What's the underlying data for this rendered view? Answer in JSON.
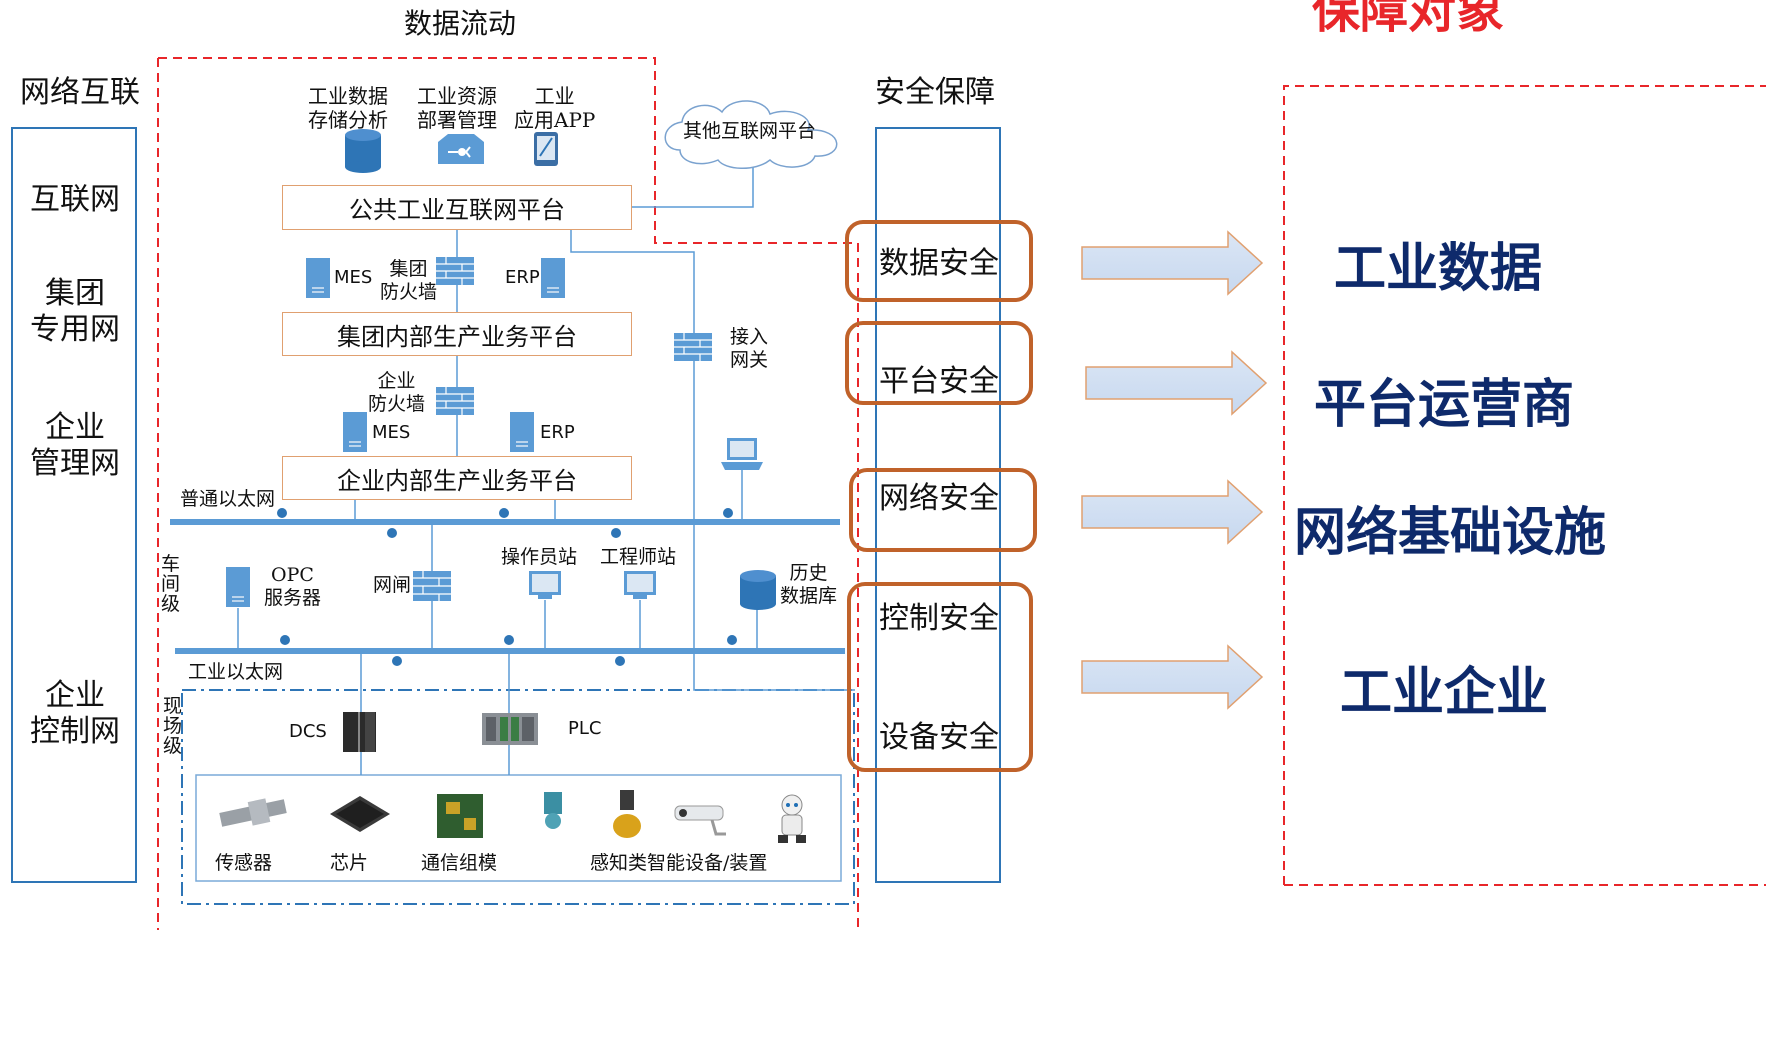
{
  "headers": {
    "data_flow": "数据流动",
    "network": "网络互联",
    "security": "安全保障",
    "targets": "保障对象"
  },
  "left_column": [
    "互联网",
    "集团\n专用网",
    "企业\n管理网",
    "企业\n控制网"
  ],
  "top_items": {
    "storage": "工业数据\n存储分析",
    "deploy": "工业资源\n部署管理",
    "app": "工业\n应用APP",
    "cloud": "其他互联网平台"
  },
  "platforms": {
    "public": "公共工业互联网平台",
    "group": "集团内部生产业务平台",
    "enterprise": "企业内部生产业务平台"
  },
  "nodes": {
    "mes1": "MES",
    "group_fw": "集团\n防火墙",
    "erp1": "ERP",
    "gateway": "接入\n网关",
    "ent_fw": "企业\n防火墙",
    "mes2": "MES",
    "erp2": "ERP",
    "ethernet": "普通以太网",
    "workshop": "车\n间\n级",
    "opc": "OPC\n服务器",
    "netgate": "网闸",
    "operator": "操作员站",
    "engineer": "工程师站",
    "history": "历史\n数据库",
    "industrial_ethernet": "工业以太网",
    "field": "现\n场\n级",
    "dcs": "DCS",
    "plc": "PLC",
    "sensor": "传感器",
    "chip": "芯片",
    "comm": "通信组模",
    "smart": "感知类智能设备/装置"
  },
  "security_items": [
    "数据安全",
    "平台安全",
    "网络安全",
    "控制安全",
    "设备安全"
  ],
  "targets_items": [
    "工业数据",
    "平台运营商",
    "网络基础设施",
    "工业企业"
  ],
  "colors": {
    "red_dash": "#e8262a",
    "blue_frame": "#2e75b6",
    "orange": "#c0622a",
    "navy": "#0e2a6b",
    "bus": "#5b9bd5",
    "header_red": "#e8262a"
  }
}
